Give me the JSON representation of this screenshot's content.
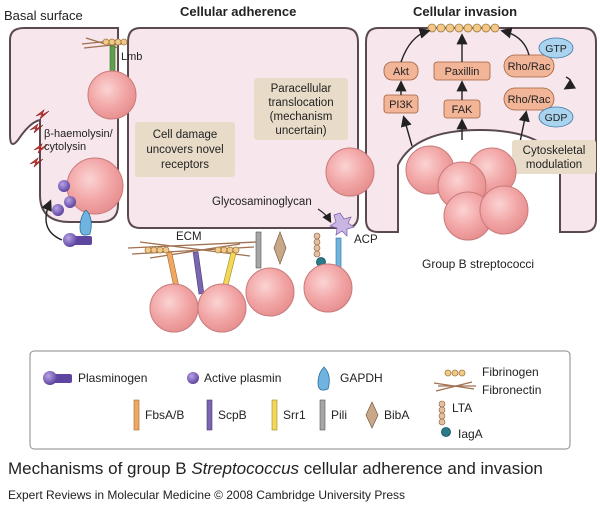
{
  "diagram": {
    "titles": {
      "basal_surface": "Basal surface",
      "cellular_adherence": "Cellular adherence",
      "cellular_invasion": "Cellular invasion"
    },
    "labels": {
      "lmb": "Lmb",
      "beta_haemolysin_line1": "β-haemolysin/",
      "beta_haemolysin_line2": "cytolysin",
      "cell_damage_line1": "Cell damage",
      "cell_damage_line2": "uncovers novel",
      "cell_damage_line3": "receptors",
      "paracellular_line1": "Paracellular",
      "paracellular_line2": "translocation",
      "paracellular_line3": "(mechanism",
      "paracellular_line4": "uncertain)",
      "glycosaminoglycan": "Glycosaminoglycan",
      "acp": "ACP",
      "ecm": "ECM",
      "group_b_strep": "Group B streptococci",
      "cytoskeletal_line1": "Cytoskeletal",
      "cytoskeletal_line2": "modulation"
    },
    "signaling": {
      "akt": "Akt",
      "pi3k": "PI3K",
      "paxillin": "Paxillin",
      "fak": "FAK",
      "rho_rac_top": "Rho/Rac",
      "rho_rac_bottom": "Rho/Rac",
      "gtp": "GTP",
      "gdp": "GDP"
    },
    "legend": {
      "plasminogen": "Plasminogen",
      "active_plasmin": "Active plasmin",
      "gapdh": "GAPDH",
      "fibrinogen": "Fibrinogen",
      "fibronectin": "Fibronectin",
      "fbsab": "FbsA/B",
      "scpb": "ScpB",
      "srr1": "Srr1",
      "pili": "Pili",
      "biba": "BibA",
      "lta": "LTA",
      "iaga": "IagA"
    }
  },
  "caption": {
    "prefix": "Mechanisms of group B ",
    "italic": "Streptococcus",
    "suffix": " cellular adherence and invasion"
  },
  "credit": "Expert Reviews in Molecular Medicine © 2008 Cambridge University Press",
  "colors": {
    "cell_fill": "#f7e6ec",
    "cell_stroke": "#5a4a50",
    "bacterium_fill": "#f1a3a3",
    "bacterium_ring": "#e58e8e",
    "label_box": "#e8dcc9",
    "enzyme_box": "#f3b598",
    "gtp_fill": "#a9d3ee",
    "plasmin": "#7b5db8",
    "gapdh": "#6fb3e0",
    "fbsab": "#f0a860",
    "scpb": "#7a65ae",
    "srr1": "#f2d75a",
    "pili": "#a6a6a6",
    "biba": "#c8a888",
    "fibrinogen_bead": "#f3c98a",
    "fibronectin": "#a07050",
    "iaga": "#2a7a8a",
    "acp": "#b8a8d8"
  }
}
